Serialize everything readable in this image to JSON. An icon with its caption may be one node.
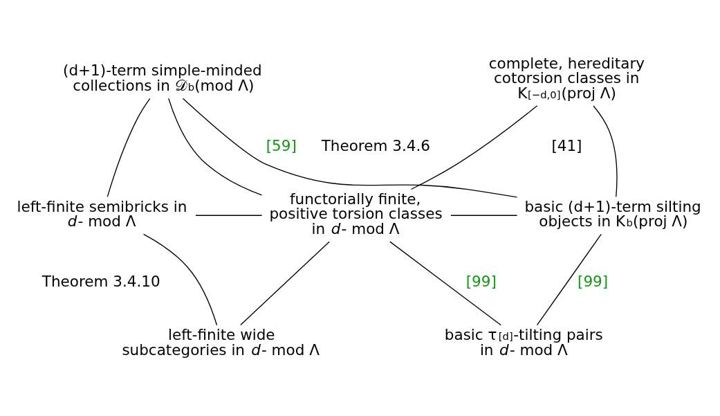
{
  "diagram": {
    "nodes": [
      {
        "text": [
          "(d+1)-term simple-minded collections in 𝒟$^{b}$(mod Λ)"
        ]
      },
      {
        "text": [
          "complete, hereditary cotorsion classes in K$^{[−d,0]}$(proj Λ)"
        ]
      },
      {
        "text": [
          "left-finite semibricks in *d*- mod Λ"
        ]
      },
      {
        "text": [
          "functorially finite, positive torsion classes in *d*- mod Λ"
        ]
      },
      {
        "text": [
          "basic (d+1)-term silting objects in K$^{b}$(proj Λ)"
        ]
      },
      {
        "text": [
          "left-finite wide subcategories in *d*- mod Λ"
        ]
      },
      {
        "text": [
          "basic τ$_{[d]}$-tilting pairs in *d*- mod Λ"
        ]
      }
    ],
    "edges": [
      {
        "from": 0,
        "to": 2,
        "arrow": "none"
      },
      {
        "from": 0,
        "to": 3,
        "arrow": "none"
      },
      {
        "from": 0,
        "to": 4,
        "arrow": "none",
        "label": "[59]"
      },
      {
        "from": 1,
        "to": 3,
        "arrow": "none"
      },
      {
        "from": 1,
        "to": 4,
        "arrow": "none"
      },
      {
        "from": 2,
        "to": 3,
        "arrow": "none"
      },
      {
        "from": 3,
        "to": 4,
        "arrow": "none"
      },
      {
        "from": 2,
        "to": 5,
        "arrow": "none"
      },
      {
        "from": 5,
        "to": 3,
        "arrow": "none"
      },
      {
        "from": 3,
        "to": 6,
        "arrow": "none",
        "label": "[99]"
      },
      {
        "from": 4,
        "to": 6,
        "arrow": "none",
        "label": "[99]"
      }
    ],
    "labels": [
      "Theorem 3.4.6",
      "[41]",
      "Theorem 3.4.10"
    ]
  }
}
